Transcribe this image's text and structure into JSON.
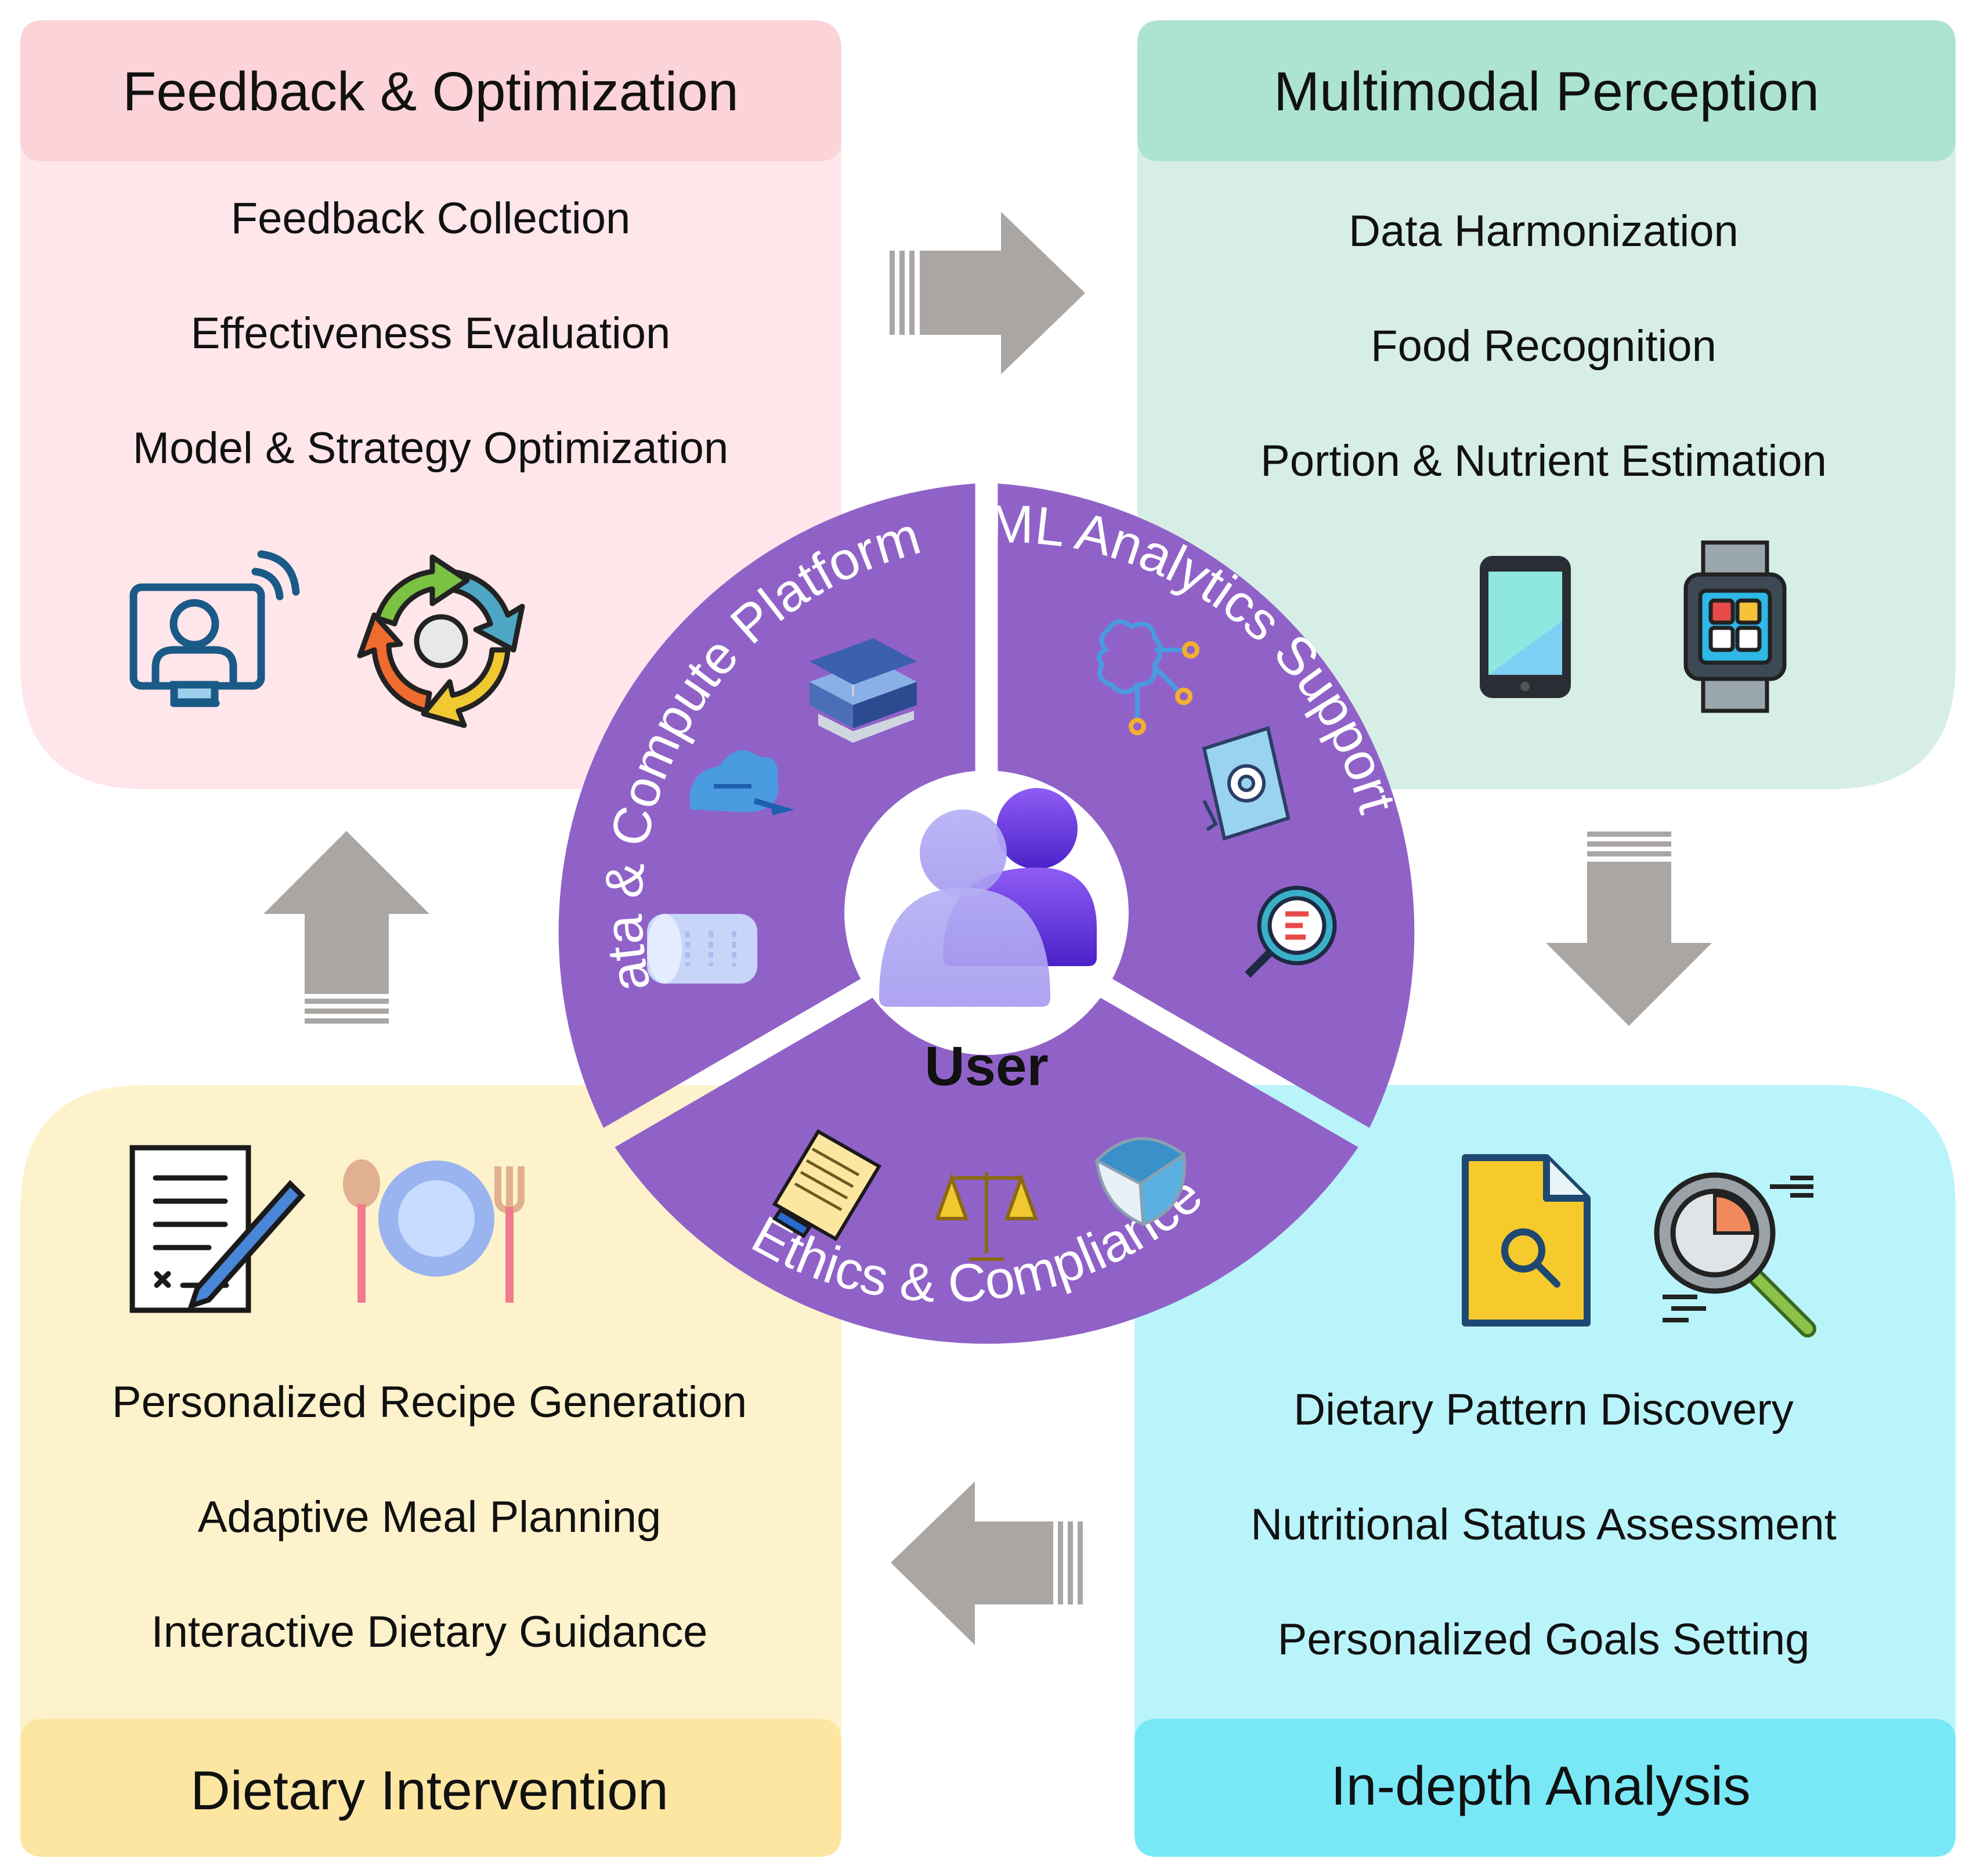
{
  "colors": {
    "feedback_bg": "#ffe6ea",
    "feedback_hdr": "#fbd3d9",
    "perception_bg": "#d6eee6",
    "perception_hdr": "#ace3d1",
    "analysis_bg": "#b9f4fa",
    "analysis_hdr": "#78e8f6",
    "intervention_bg": "#fdf2cb",
    "intervention_hdr": "#fce6a2",
    "ring": "#9062c8",
    "arrow": "#aaa6a3"
  },
  "panels": {
    "feedback": {
      "title": "Feedback & Optimization",
      "items": [
        "Feedback Collection",
        "Effectiveness Evaluation",
        "Model & Strategy Optimization"
      ],
      "icons": [
        "monitor-user-wifi-icon",
        "cycle-arrows-icon"
      ]
    },
    "perception": {
      "title": "Multimodal Perception",
      "items": [
        "Data Harmonization",
        "Food Recognition",
        "Portion & Nutrient Estimation"
      ],
      "icons": [
        "smartphone-icon",
        "smartwatch-icon"
      ]
    },
    "analysis": {
      "title": "In-depth Analysis",
      "items": [
        "Dietary Pattern Discovery",
        "Nutritional Status Assessment",
        "Personalized Goals Setting"
      ],
      "icons": [
        "document-search-icon",
        "magnifier-chart-icon"
      ]
    },
    "intervention": {
      "title": "Dietary Intervention",
      "items": [
        "Personalized Recipe Generation",
        "Adaptive Meal Planning",
        "Interactive Dietary Guidance"
      ],
      "icons": [
        "signed-document-icon",
        "plate-cutlery-icon"
      ]
    }
  },
  "ring": {
    "center_label": "User",
    "segments": [
      {
        "label": "Data & Compute Platform",
        "icons": [
          "database-icon",
          "cloud-icon",
          "server-icon"
        ]
      },
      {
        "label": "ML Analytics Support",
        "icons": [
          "brain-network-icon",
          "settings-screen-icon",
          "search-chart-icon"
        ]
      },
      {
        "label": "Ethics & Compliance",
        "icons": [
          "checklist-icon",
          "scale-icon",
          "shield-icon"
        ]
      }
    ]
  }
}
